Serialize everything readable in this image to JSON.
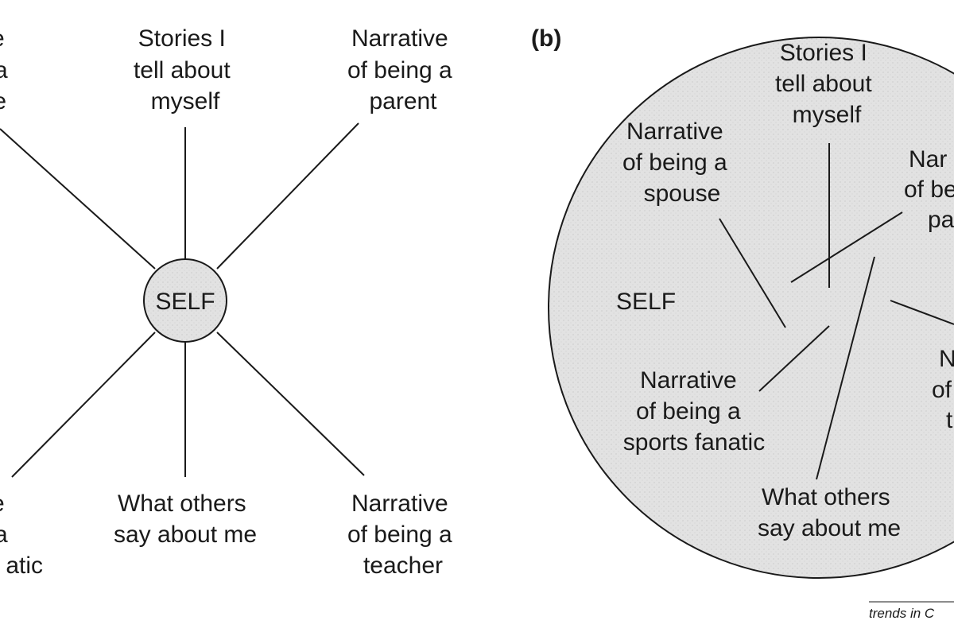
{
  "panel_b_tag": "(b)",
  "colors": {
    "ink": "#1a1a1a",
    "fill": "#e2e2e2",
    "background": "#ffffff"
  },
  "panel_a": {
    "center": "SELF",
    "labels": {
      "top_left": [
        "e",
        "a",
        "e"
      ],
      "top_center": [
        "Stories I",
        "tell about",
        "myself"
      ],
      "top_right": [
        "Narrative",
        "of being a",
        "parent"
      ],
      "bottom_left": [
        "e",
        "a",
        "atic"
      ],
      "bottom_center": [
        "What others",
        "say about me"
      ],
      "bottom_right": [
        "Narrative",
        "of being a",
        "teacher"
      ]
    }
  },
  "panel_b": {
    "self": "SELF",
    "labels": {
      "stories": [
        "Stories I",
        "tell about",
        "myself"
      ],
      "spouse": [
        "Narrative",
        "of being a",
        "spouse"
      ],
      "parent": [
        "Nar",
        "of be",
        "pa"
      ],
      "sports": [
        "Narrative",
        "of being a",
        "sports fanatic"
      ],
      "teacher": [
        "N",
        "of",
        "t"
      ],
      "others": [
        "What others",
        "say about me"
      ]
    }
  },
  "credit": "trends in C"
}
